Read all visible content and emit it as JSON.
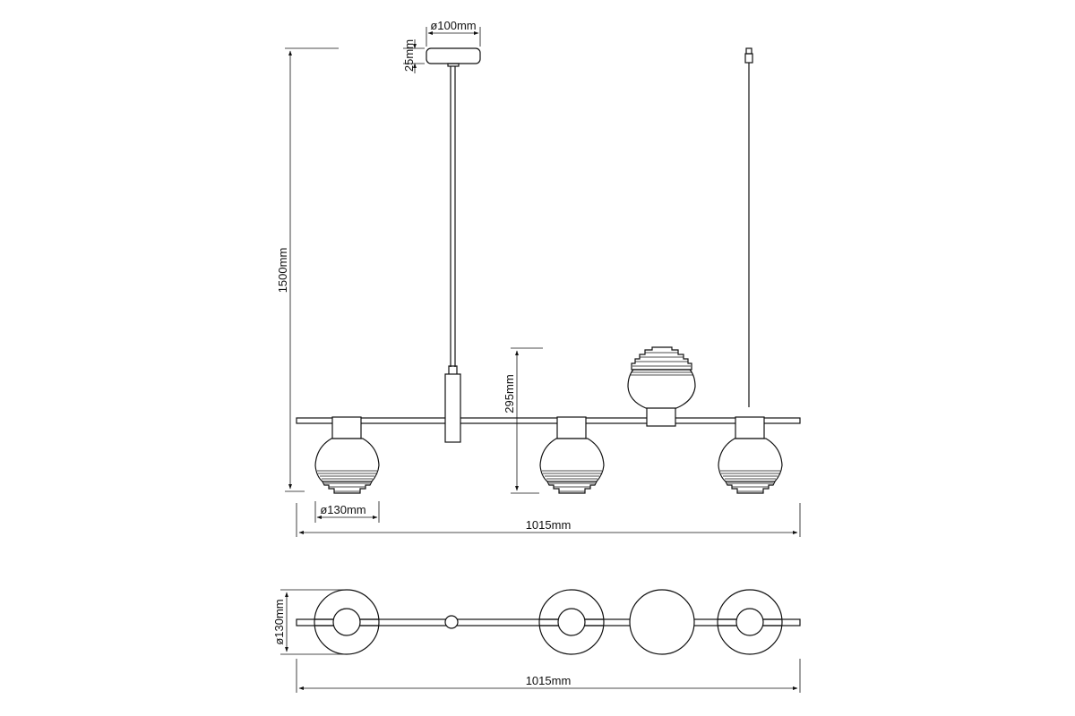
{
  "dimensions": {
    "canopy_diameter": "ø100mm",
    "canopy_height": "25mm",
    "total_height": "1500mm",
    "fixture_height": "295mm",
    "shade_diameter": "ø130mm",
    "total_width": "1015mm",
    "top_view_diameter": "ø130mm",
    "top_view_width": "1015mm"
  }
}
